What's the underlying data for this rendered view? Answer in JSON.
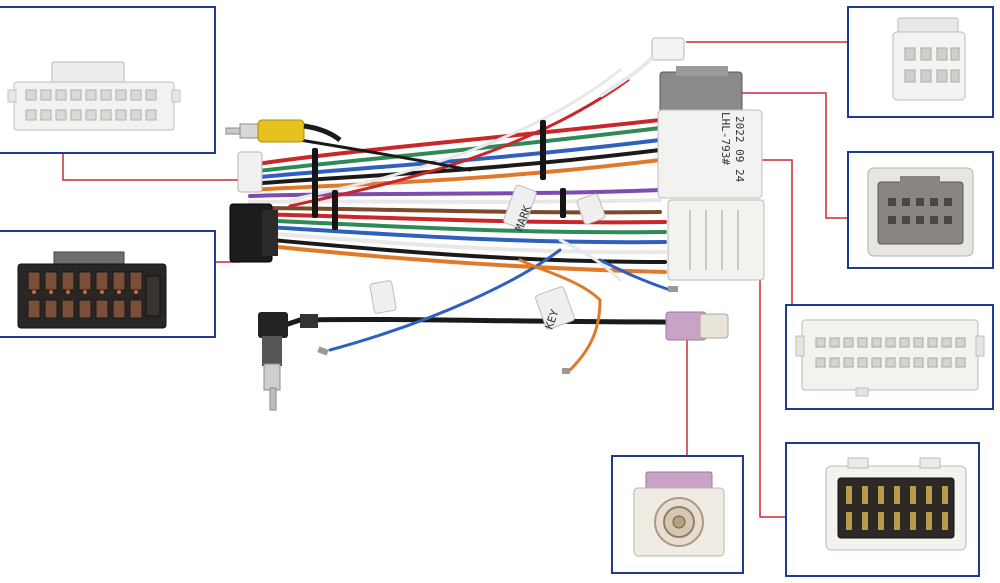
{
  "photo": {
    "description_free": true,
    "harness_label": "LHL-793#",
    "harness_date": "2022 09 24",
    "tag_key": "KEY",
    "tag_mark": "MARK"
  },
  "colors": {
    "callout_box": "#1f3a93",
    "leader_line": "#cc2a36",
    "connector_white": "#f2f2f0",
    "connector_grey": "#8a8a8a",
    "connector_black": "#1a1a1a",
    "fakra_pink": "#c9a2c8",
    "rca_yellow": "#e6c21e",
    "wire_red": "#c8282a",
    "wire_green": "#2e8b57",
    "wire_blue": "#2f5fbf",
    "wire_black": "#1a1a1a",
    "wire_orange": "#e07a2b",
    "wire_white": "#e8e8e8",
    "wire_purple": "#7e4cb0",
    "wire_brown": "#7a4a2a"
  }
}
